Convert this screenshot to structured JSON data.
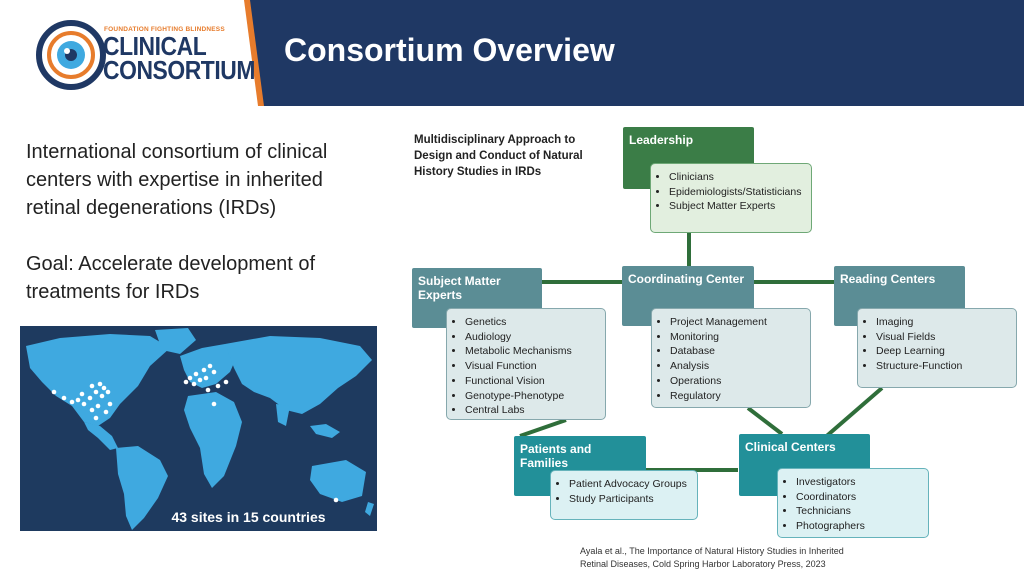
{
  "header": {
    "logo": {
      "tagline": "FOUNDATION FIGHTING BLINDNESS",
      "word1": "CLINICAL",
      "word2": "CONSORTIUM"
    },
    "title": "Consortium Overview"
  },
  "left": {
    "intro": "International consortium of clinical centers with expertise in inherited retinal degenerations (IRDs)",
    "goal": "Goal: Accelerate development of treatments for IRDs",
    "map_caption": "43 sites in 15 countries"
  },
  "diagram": {
    "title": "Multidisciplinary Approach to Design and Conduct of Natural History Studies in IRDs",
    "leadership": {
      "label": "Leadership",
      "items": [
        "Clinicians",
        "Epidemiologists/Statisticians",
        "Subject Matter Experts"
      ]
    },
    "sme": {
      "label": "Subject Matter Experts",
      "items": [
        "Genetics",
        "Audiology",
        "Metabolic Mechanisms",
        "Visual Function",
        "Functional Vision",
        "Genotype-Phenotype",
        "Central Labs"
      ]
    },
    "coordinating": {
      "label": "Coordinating Center",
      "items": [
        "Project Management",
        "Monitoring",
        "Database",
        "Analysis",
        "Operations",
        "Regulatory"
      ]
    },
    "reading": {
      "label": "Reading Centers",
      "items": [
        "Imaging",
        "Visual Fields",
        "Deep Learning",
        "Structure-Function"
      ]
    },
    "patients": {
      "label": "Patients and Families",
      "items": [
        "Patient Advocacy Groups",
        "Study Participants"
      ]
    },
    "clinical": {
      "label": "Clinical Centers",
      "items": [
        "Investigators",
        "Coordinators",
        "Technicians",
        "Photographers"
      ]
    }
  },
  "citation": {
    "line1": "Ayala et al., The Importance of Natural History Studies in Inherited",
    "line2": "Retinal Diseases, Cold Spring Harbor Laboratory Press, 2023"
  },
  "colors": {
    "header": "#1f3864",
    "accent": "#e77c2c",
    "leadership": "#3b7d47",
    "slate": "#5b8d95",
    "teal": "#229099",
    "map": "#1e3a5f",
    "land": "#3fa9e0"
  }
}
